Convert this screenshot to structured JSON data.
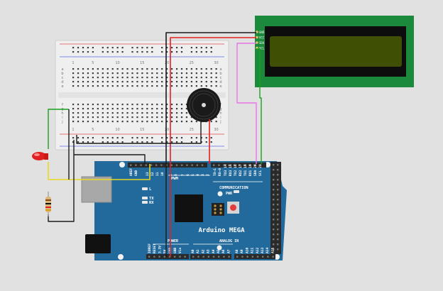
{
  "breadboard": {
    "column_numbers": [
      "1",
      "5",
      "10",
      "15",
      "20",
      "25",
      "30"
    ],
    "row_letters_top": [
      "a",
      "b",
      "c",
      "d",
      "e"
    ],
    "row_letters_bottom": [
      "f",
      "g",
      "h",
      "i",
      "j"
    ]
  },
  "lcd": {
    "pin_labels": [
      "GND",
      "VCC",
      "SDA",
      "SCL"
    ]
  },
  "arduino": {
    "title": "Arduino MEGA",
    "pwm_label": "PWM",
    "communication_label": "COMMUNICATION",
    "pwr_label": "PWR",
    "power_label": "POWER",
    "analog_label": "ANALOG IN",
    "led_labels": [
      "L",
      "TX",
      "RX"
    ],
    "top_pins": [
      "AREF",
      "GND",
      "13",
      "12",
      "11",
      "10",
      "9",
      "8",
      "7",
      "6",
      "5",
      "4",
      "3",
      "2",
      "TX→1",
      "RX←0",
      "TX3 14",
      "RX3 15",
      "TX2 16",
      "RX2 17",
      "TX1 18",
      "RX1 19",
      "SDA 20",
      "SCL 21"
    ],
    "power_pins": [
      "IOREF",
      "RESET",
      "3.3V",
      "5V",
      "GND",
      "GND",
      "Vin"
    ],
    "analog_pins": [
      "A0",
      "A1",
      "A2",
      "A3",
      "A4",
      "A5",
      "A6",
      "A7",
      "A8",
      "A9",
      "A10",
      "A11",
      "A12",
      "A13",
      "A14",
      "A15"
    ]
  },
  "colors": {
    "background": "#e1e1e1",
    "board": "#236a9c",
    "lcd_pcb": "#1c8a3c",
    "lcd_screen": "#3f4f04",
    "breadboard": "#efefef",
    "wire_red": "#e32020",
    "wire_black": "#1a1a1a",
    "wire_green": "#19a11c",
    "wire_yellow": "#e8d820",
    "wire_pink": "#e873e8",
    "led": "#e02020"
  }
}
